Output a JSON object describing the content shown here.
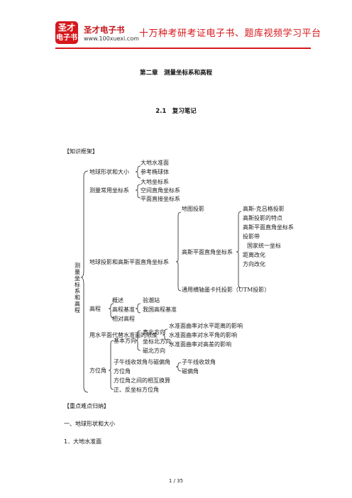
{
  "header": {
    "logo_top": "圣才",
    "logo_bottom": "电子书",
    "brand": "圣才电子书",
    "url": "www.100xuexi.com",
    "slogan": "十万种考研考证电子书、题库视频学习平台"
  },
  "chapter_title": "第二章　测量坐标系和高程",
  "section_title": "2.1　复习笔记",
  "framework_label": "【知识框架】",
  "root_label": "测量坐标系和高程",
  "mindmap": {
    "shape": "地球形状和大小",
    "shape_items": [
      "大地水准面",
      "参考椭球体"
    ],
    "coords": "测量常用坐标系",
    "coords_items": [
      "大地坐标系",
      "空间直角坐标系",
      "平面直接坐标系"
    ],
    "proj": "地球投影和高斯平面直角坐标系",
    "proj_map": "地图投影",
    "proj_gauss": "高斯平面直角坐标系",
    "gauss_items": [
      "高斯-克吕格投影",
      "高斯投影的特点",
      "高斯平面直角坐标系",
      "投影带",
      "国家统一坐标",
      "距离改化",
      "方向改化"
    ],
    "proj_utm": "通用横轴墨卡托投影（UTM投影）",
    "height": "高程",
    "height_items": [
      "概述",
      "高程基准",
      "相对高程"
    ],
    "datum_items": [
      "验潮站",
      "我国高程基准"
    ],
    "level": "用水平面代替水准面的限度",
    "level_items": [
      "水准面曲率对水平距离的影响",
      "水准面曲率对水平角的影响",
      "水准面曲率对高差的影响"
    ],
    "azimuth": "方位角",
    "basic_dir": "基本方向",
    "basic_items": [
      "真北方向",
      "坐标北方向",
      "磁北方向"
    ],
    "az_items": [
      "子午线收敛角与磁偏角",
      "方位角",
      "方位角之间的相互换算",
      "正、反坐标方位角"
    ],
    "conv_items": [
      "子午线收敛角",
      "磁偏角"
    ]
  },
  "key_points_label": "【重点难点归纳】",
  "heading1": "一、地球形状和大小",
  "heading2": "1．大地水准面",
  "footer": "1 / 35",
  "colors": {
    "brand_red": "#d6171b"
  }
}
